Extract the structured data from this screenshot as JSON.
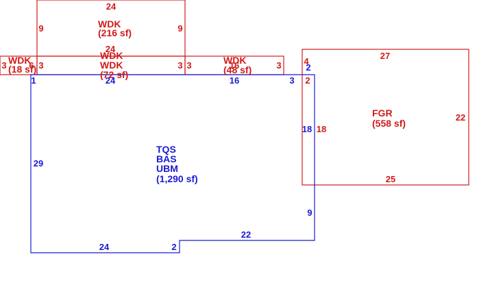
{
  "colors": {
    "deck": "#d11a1a",
    "house": "#1a1ad1"
  },
  "areas": {
    "wdk_top": {
      "code": "WDK",
      "size": "(216 sf)",
      "dims": [
        "24",
        "9",
        "9"
      ]
    },
    "wdk_left": {
      "code": "WDK",
      "size": "(18 sf)",
      "dims": [
        "3",
        "6",
        "3"
      ]
    },
    "wdk_mid": {
      "code": "WDK",
      "size": "(72 sf)",
      "code2": "WDK",
      "dims": [
        "24",
        "3",
        "3",
        "24"
      ]
    },
    "wdk_right": {
      "code": "WDK",
      "size": "(48 sf)",
      "dims": [
        "16",
        "3",
        "3",
        "16"
      ]
    },
    "fgr": {
      "code": "FGR",
      "size": "(558 sf)",
      "dims": [
        "27",
        "22",
        "25",
        "18",
        "2",
        "4"
      ]
    },
    "main": {
      "codes": [
        "TQS",
        "BAS",
        "UBM"
      ],
      "size": "(1,290 sf)",
      "dims": [
        "1",
        "24",
        "16",
        "3",
        "2",
        "18",
        "29",
        "9",
        "22",
        "2",
        "24"
      ]
    }
  }
}
